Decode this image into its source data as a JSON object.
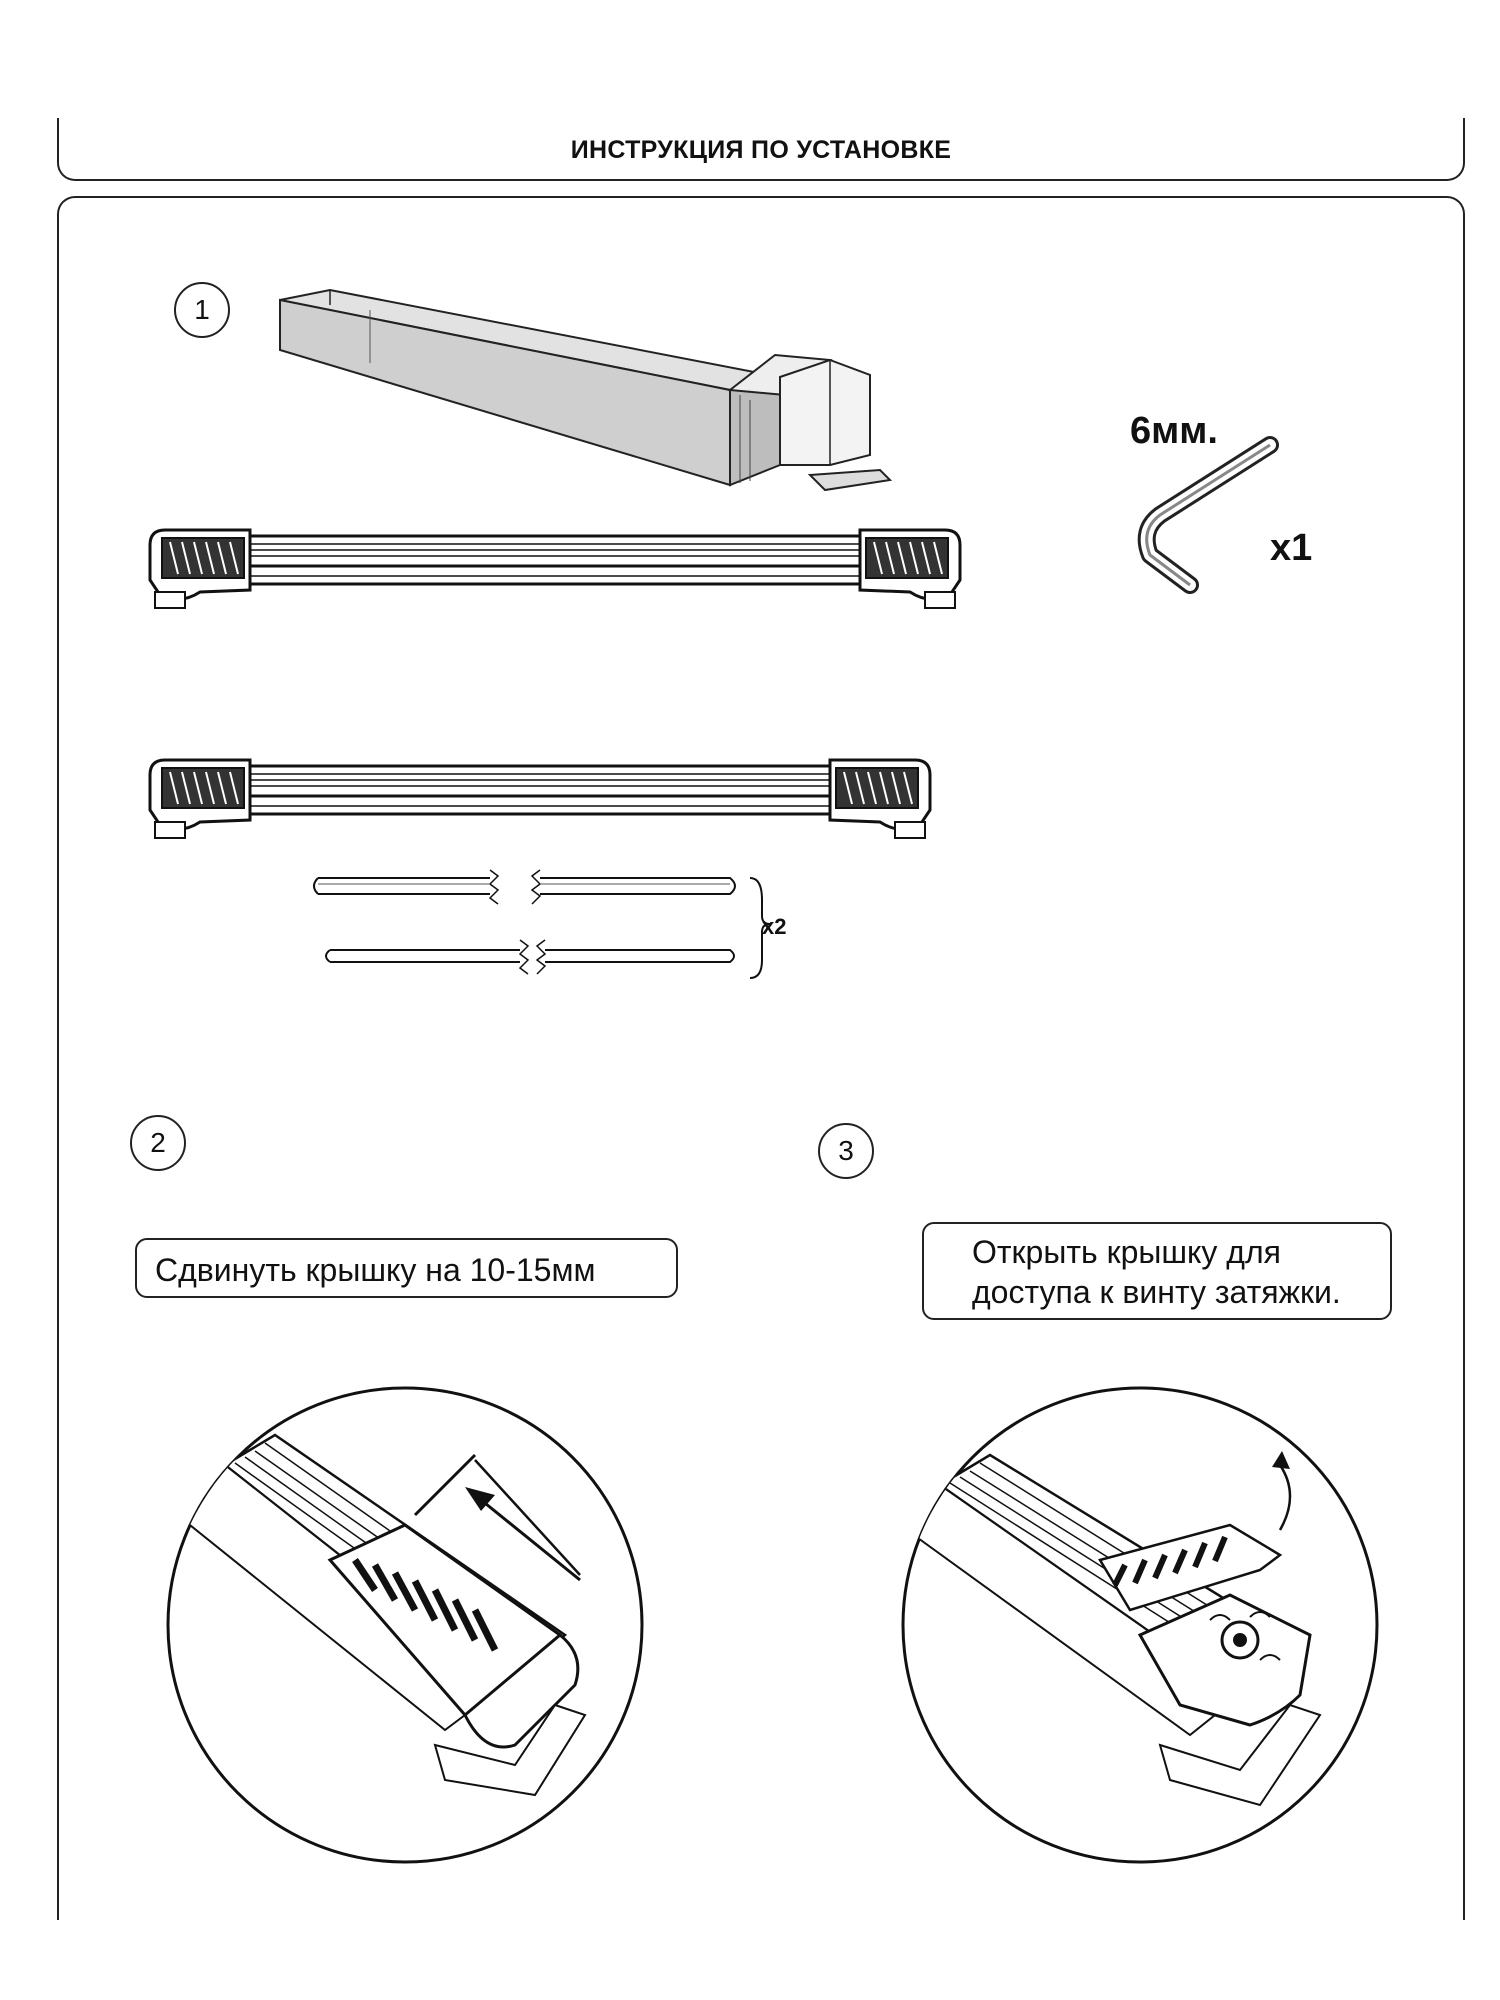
{
  "header": {
    "title": "ИНСТРУКЦИЯ ПО УСТАНОВКЕ"
  },
  "step1": {
    "number": "1",
    "tool_size_label": "6мм.",
    "tool_qty_label": "x1",
    "strips_qty_label": "x2"
  },
  "step2": {
    "number": "2",
    "instruction": "Сдвинуть крышку на 10-15мм"
  },
  "step3": {
    "number": "3",
    "instruction_line1": "Открыть крышку для",
    "instruction_line2": "доступа к винту затяжки."
  }
}
